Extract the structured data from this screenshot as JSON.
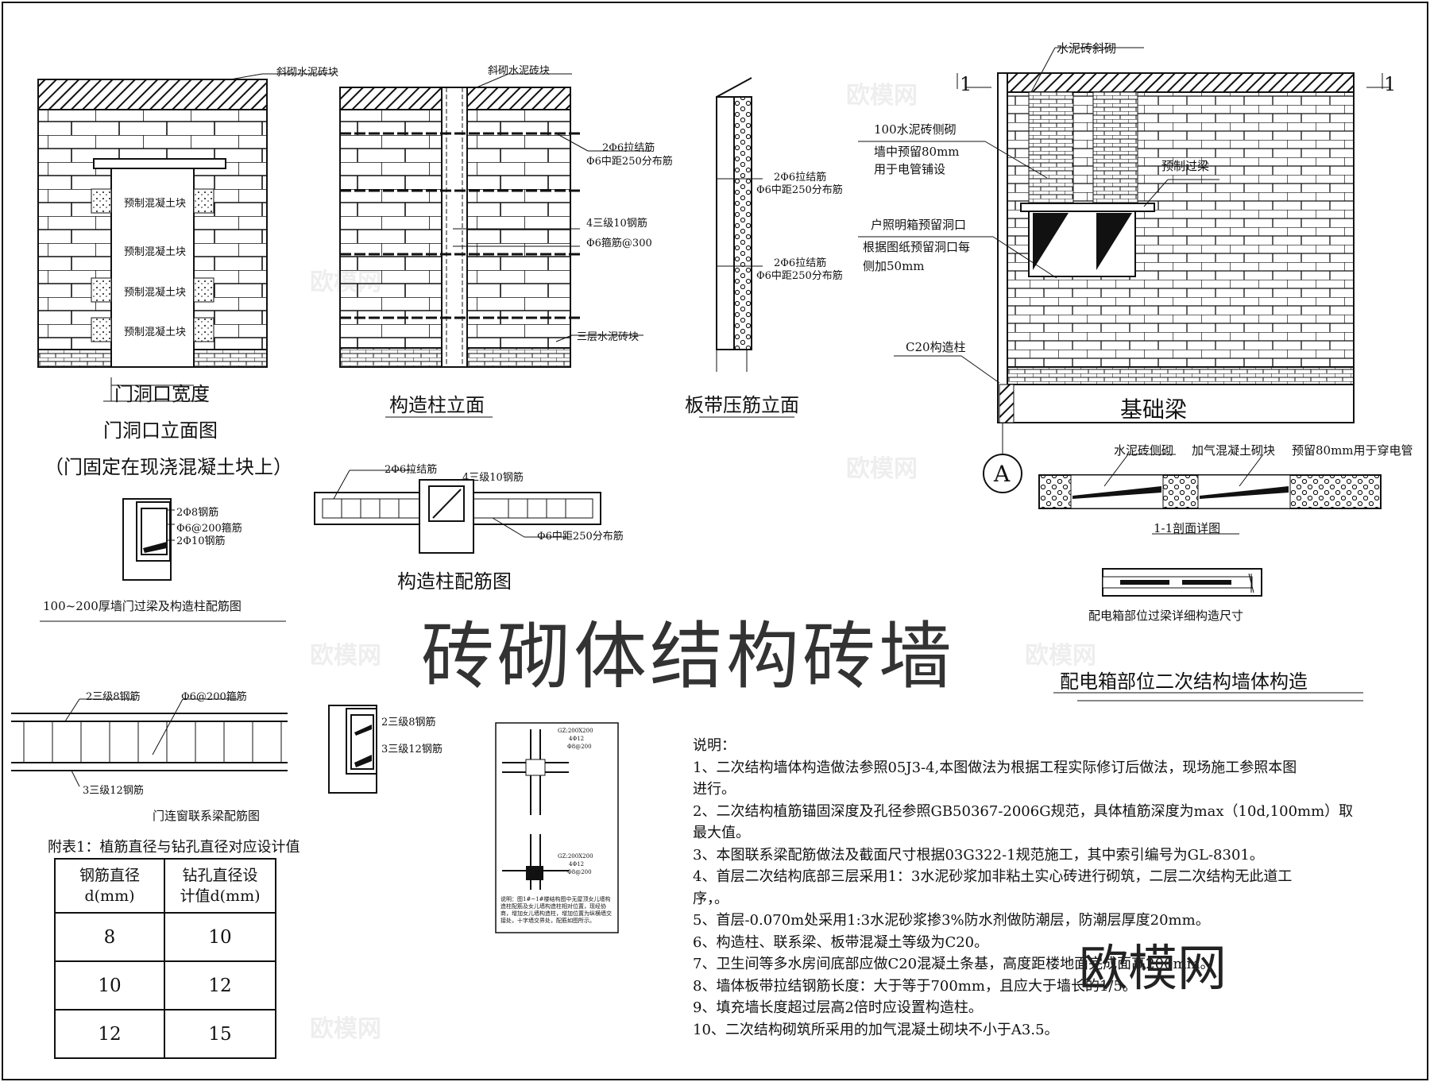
{
  "title": "砖砌体结构砖墙",
  "logo": "欧模网",
  "watermark": "欧模网",
  "door": {
    "top_label": "斜砌水泥砖块",
    "block_label": "预制混凝土块",
    "caption1": "门洞口宽度",
    "caption2": "门洞口立面图",
    "caption3": "（门固定在现浇混凝土块上）"
  },
  "column_elev": {
    "top_label": "斜砌水泥砖块",
    "tie1": "2Φ6拉结筋",
    "tie1b": "Φ6中距250分布筋",
    "rebar": "4三级10钢筋",
    "stirrup": "Φ6箍筋@300",
    "bottom": "三层水泥砖块",
    "caption": "构造柱立面"
  },
  "band": {
    "tie_a": "2Φ6拉结筋",
    "tie_b": "Φ6中距250分布筋",
    "caption": "板带压筋立面"
  },
  "lintel": {
    "r1": "2Φ8钢筋",
    "r2": "Φ6@200箍筋",
    "r3": "2Φ10钢筋",
    "caption": "100~200厚墙门过梁及构造柱配筋图"
  },
  "col_rebar": {
    "tie": "2Φ6拉结筋",
    "rebar": "4三级10钢筋",
    "dist": "Φ6中距250分布筋",
    "caption": "构造柱配筋图"
  },
  "tie_beam": {
    "top": "2三级8钢筋",
    "stirrup": "Φ6@200箍筋",
    "bottom": "3三级12钢筋",
    "caption": "门连窗联系梁配筋图",
    "sec_top": "2三级8钢筋",
    "sec_bot": "3三级12钢筋"
  },
  "panel": {
    "gz1": "GZ:200X200",
    "gz1b": "4Φ12",
    "gz1c": "Φ8@200",
    "note": "说明：图1#~1#楼结构图中无屋顶女儿墙构造柱配筋及女儿墙构造柱相对位置，现经协商，增加女儿墙构造柱，增加位置为纵横墙交接处，十字墙交界处，配筋如图所示。"
  },
  "box": {
    "top_label": "水泥砖斜砌",
    "side_a": "100水泥砖侧砌",
    "side_b": "墙中预留80mm",
    "side_c": "用于电管铺设",
    "lintel": "预制过梁",
    "hole_a": "户照明箱预留洞口",
    "hole_b": "根据图纸预留洞口每",
    "hole_c": "侧加50mm",
    "col": "C20构造柱",
    "beam": "基础梁",
    "axis": "A",
    "mark": "1",
    "sec_a": "水泥砖侧砌",
    "sec_b": "加气混凝土砌块",
    "sec_c": "预留80mm用于穿电管",
    "sec_caption": "1-1剖面详图",
    "detail_caption": "配电箱部位过梁详细构造尺寸",
    "caption": "配电箱部位二次结构墙体构造"
  },
  "table": {
    "title": "附表1：植筋直径与钻孔直径对应设计值",
    "head1": "钢筋直径",
    "head1b": "d(mm)",
    "head2": "钻孔直径设",
    "head2b": "计值d(mm)",
    "rows": [
      [
        "8",
        "10"
      ],
      [
        "10",
        "12"
      ],
      [
        "12",
        "15"
      ]
    ]
  },
  "notes": [
    "说明：",
    "  1、二次结构墙体构造做法参照05J3-4,本图做法为根据工程实际修订后做法，现场施工参照本图",
    "进行。",
    "  2、二次结构植筋锚固深度及孔径参照GB50367-2006G规范，具体植筋深度为max（10d,100mm）取",
    "最大值。",
    "  3、本图联系梁配筋做法及截面尺寸根据03G322-1规范施工，其中索引编号为GL-8301。",
    "  4、首层二次结构底部三层采用1：3水泥砂浆加非粘土实心砖进行砌筑，二层二次结构无此道工",
    "序，。",
    "  5、首层-0.070m处采用1:3水泥砂浆掺3%防水剂做防潮层，防潮层厚度20mm。",
    "  6、构造柱、联系梁、板带混凝土等级为C20。",
    "  7、卫生间等多水房间底部应做C20混凝土条基，高度距楼地面完成面高200mm。",
    "  8、墙体板带拉结钢筋长度：大于等于700mm，且应大于墙长的1/5。",
    "  9、填充墙长度超过层高2倍时应设置构造柱。",
    "  10、二次结构砌筑所采用的加气混凝土砌块不小于A3.5。"
  ]
}
